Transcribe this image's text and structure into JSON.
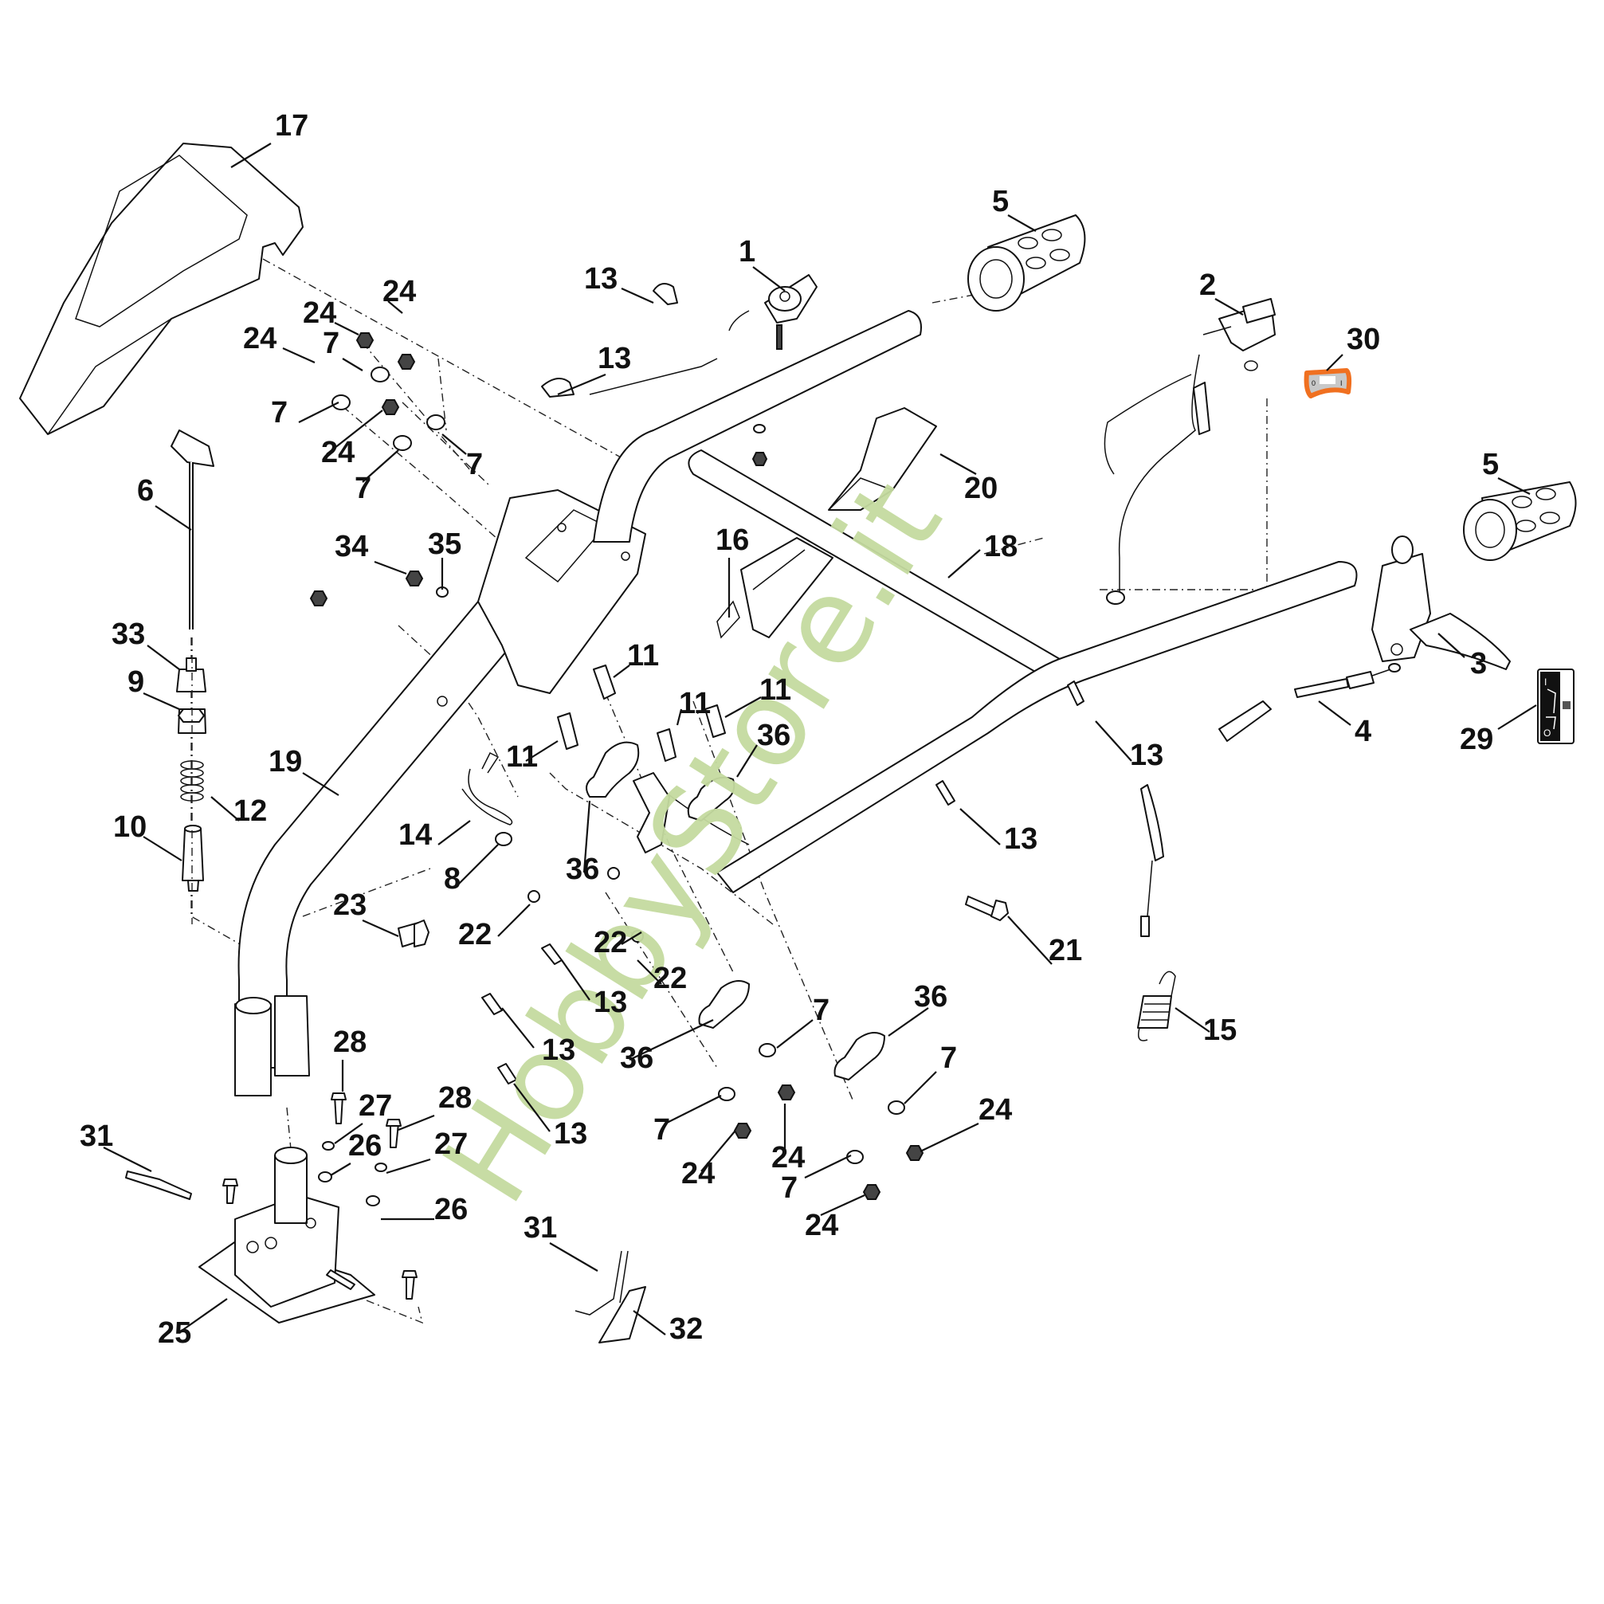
{
  "diagram": {
    "title": "Handlebar assembly exploded parts diagram",
    "watermark": "HobbyStore.it",
    "colors": {
      "line": "#111111",
      "background": "#ffffff",
      "watermark": "#c5dba0",
      "highlight": "#f07020",
      "highlight_fill": "#c8c8c8"
    },
    "callouts": [
      {
        "id": "c17",
        "label": "17",
        "part": "handlebar-cover"
      },
      {
        "id": "c5a",
        "label": "5",
        "part": "left-grip"
      },
      {
        "id": "c1",
        "label": "1",
        "part": "throttle-lever"
      },
      {
        "id": "c13a",
        "label": "13",
        "part": "cable-clip"
      },
      {
        "id": "c13b",
        "label": "13",
        "part": "cable-clip"
      },
      {
        "id": "c2",
        "label": "2",
        "part": "switch"
      },
      {
        "id": "c30",
        "label": "30",
        "part": "switch-decal"
      },
      {
        "id": "c5b",
        "label": "5",
        "part": "right-grip"
      },
      {
        "id": "c3",
        "label": "3",
        "part": "control-lever"
      },
      {
        "id": "c4",
        "label": "4",
        "part": "control-cable"
      },
      {
        "id": "c29",
        "label": "29",
        "part": "control-decal"
      },
      {
        "id": "c24a",
        "label": "24",
        "part": "nut"
      },
      {
        "id": "c24b",
        "label": "24",
        "part": "nut"
      },
      {
        "id": "c24c",
        "label": "24",
        "part": "nut"
      },
      {
        "id": "c24d",
        "label": "24",
        "part": "nut"
      },
      {
        "id": "c7a",
        "label": "7",
        "part": "washer"
      },
      {
        "id": "c7b",
        "label": "7",
        "part": "washer"
      },
      {
        "id": "c7c",
        "label": "7",
        "part": "washer"
      },
      {
        "id": "c7d",
        "label": "7",
        "part": "washer"
      },
      {
        "id": "c20",
        "label": "20",
        "part": "grip-bar"
      },
      {
        "id": "c18",
        "label": "18",
        "part": "handlebar-frame"
      },
      {
        "id": "c6",
        "label": "6",
        "part": "adjust-rod"
      },
      {
        "id": "c34",
        "label": "34",
        "part": "nut"
      },
      {
        "id": "c35",
        "label": "35",
        "part": "washer"
      },
      {
        "id": "c16",
        "label": "16",
        "part": "spring-wire"
      },
      {
        "id": "c33",
        "label": "33",
        "part": "cap"
      },
      {
        "id": "c9",
        "label": "9",
        "part": "nut"
      },
      {
        "id": "c11a",
        "label": "11",
        "part": "stud"
      },
      {
        "id": "c11b",
        "label": "11",
        "part": "stud"
      },
      {
        "id": "c11c",
        "label": "11",
        "part": "stud"
      },
      {
        "id": "c11d",
        "label": "11",
        "part": "stud"
      },
      {
        "id": "c36a",
        "label": "36",
        "part": "clamp"
      },
      {
        "id": "c36b",
        "label": "36",
        "part": "clamp"
      },
      {
        "id": "c36c",
        "label": "36",
        "part": "clamp"
      },
      {
        "id": "c36d",
        "label": "36",
        "part": "clamp"
      },
      {
        "id": "c19",
        "label": "19",
        "part": "handlebar-post"
      },
      {
        "id": "c12",
        "label": "12",
        "part": "spring"
      },
      {
        "id": "c10",
        "label": "10",
        "part": "pin"
      },
      {
        "id": "c14",
        "label": "14",
        "part": "clip"
      },
      {
        "id": "c8",
        "label": "8",
        "part": "washer"
      },
      {
        "id": "c13c",
        "label": "13",
        "part": "cable-clip"
      },
      {
        "id": "c13d",
        "label": "13",
        "part": "cable-clip"
      },
      {
        "id": "c23",
        "label": "23",
        "part": "bolt"
      },
      {
        "id": "c22a",
        "label": "22",
        "part": "screw"
      },
      {
        "id": "c22b",
        "label": "22",
        "part": "screw"
      },
      {
        "id": "c22c",
        "label": "22",
        "part": "screw"
      },
      {
        "id": "c21",
        "label": "21",
        "part": "bolt"
      },
      {
        "id": "c15",
        "label": "15",
        "part": "tension-spring"
      },
      {
        "id": "c13e",
        "label": "13",
        "part": "cable-clip"
      },
      {
        "id": "c13f",
        "label": "13",
        "part": "cable-clip"
      },
      {
        "id": "c13g",
        "label": "13",
        "part": "cable-clip"
      },
      {
        "id": "c7e",
        "label": "7",
        "part": "washer"
      },
      {
        "id": "c7f",
        "label": "7",
        "part": "washer"
      },
      {
        "id": "c7g",
        "label": "7",
        "part": "washer"
      },
      {
        "id": "c7h",
        "label": "7",
        "part": "washer"
      },
      {
        "id": "c24e",
        "label": "24",
        "part": "nut"
      },
      {
        "id": "c24f",
        "label": "24",
        "part": "nut"
      },
      {
        "id": "c24g",
        "label": "24",
        "part": "nut"
      },
      {
        "id": "c24h",
        "label": "24",
        "part": "nut"
      },
      {
        "id": "c28a",
        "label": "28",
        "part": "bolt"
      },
      {
        "id": "c28b",
        "label": "28",
        "part": "bolt"
      },
      {
        "id": "c27a",
        "label": "27",
        "part": "lock-washer"
      },
      {
        "id": "c27b",
        "label": "27",
        "part": "lock-washer"
      },
      {
        "id": "c26a",
        "label": "26",
        "part": "washer"
      },
      {
        "id": "c26b",
        "label": "26",
        "part": "washer"
      },
      {
        "id": "c31a",
        "label": "31",
        "part": "cable-tie"
      },
      {
        "id": "c31b",
        "label": "31",
        "part": "cable-tie"
      },
      {
        "id": "c25",
        "label": "25",
        "part": "base-bracket"
      },
      {
        "id": "c32",
        "label": "32",
        "part": "foam-pad"
      }
    ],
    "decal_30": {
      "left_mark": "0",
      "right_mark": "I"
    },
    "decal_29": {
      "top_mark": "I",
      "bottom_mark": "O"
    }
  }
}
